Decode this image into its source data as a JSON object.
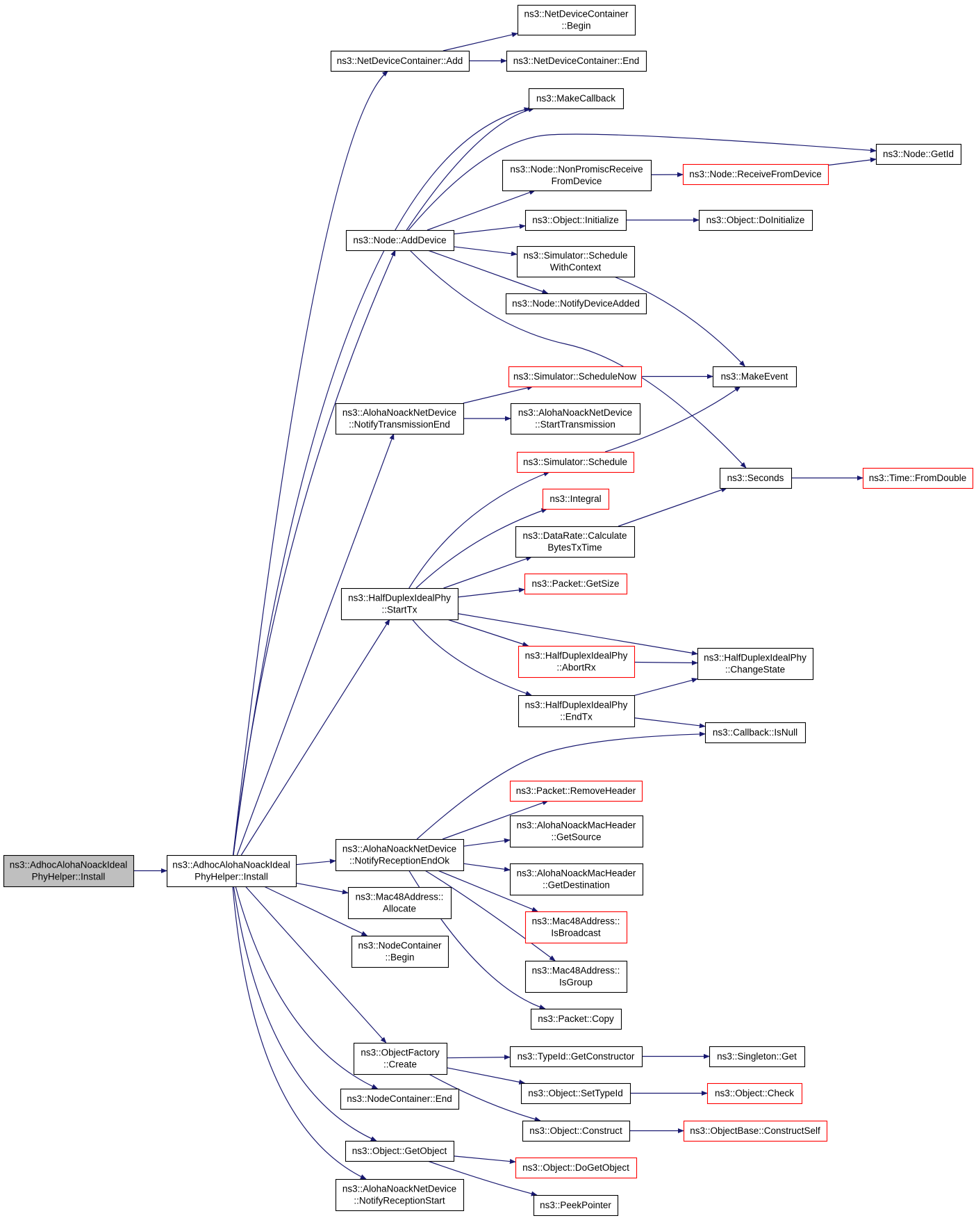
{
  "title": "",
  "nodes": [
    {
      "id": "root",
      "style": "root",
      "lines": [
        "ns3::AdhocAlohaNoackIdeal",
        "PhyHelper::Install"
      ]
    },
    {
      "id": "install",
      "style": "normal",
      "lines": [
        "ns3::AdhocAlohaNoackIdeal",
        "PhyHelper::Install"
      ]
    },
    {
      "id": "ndc_add",
      "style": "normal",
      "lines": [
        "ns3::NetDeviceContainer::Add"
      ]
    },
    {
      "id": "ndc_begin",
      "style": "normal",
      "lines": [
        "ns3::NetDeviceContainer",
        "::Begin"
      ]
    },
    {
      "id": "ndc_end",
      "style": "normal",
      "lines": [
        "ns3::NetDeviceContainer::End"
      ]
    },
    {
      "id": "makecallback",
      "style": "normal",
      "lines": [
        "ns3::MakeCallback"
      ]
    },
    {
      "id": "node_getid",
      "style": "normal",
      "lines": [
        "ns3::Node::GetId"
      ]
    },
    {
      "id": "nonpromisc",
      "style": "normal",
      "lines": [
        "ns3::Node::NonPromiscReceive",
        "FromDevice"
      ]
    },
    {
      "id": "receivefromdevice",
      "style": "red",
      "lines": [
        "ns3::Node::ReceiveFromDevice"
      ]
    },
    {
      "id": "node_adddevice",
      "style": "normal",
      "lines": [
        "ns3::Node::AddDevice"
      ]
    },
    {
      "id": "obj_initialize",
      "style": "normal",
      "lines": [
        "ns3::Object::Initialize"
      ]
    },
    {
      "id": "obj_doinitialize",
      "style": "normal",
      "lines": [
        "ns3::Object::DoInitialize"
      ]
    },
    {
      "id": "sim_schedwithctx",
      "style": "normal",
      "lines": [
        "ns3::Simulator::Schedule",
        "WithContext"
      ]
    },
    {
      "id": "notifydeviceadded",
      "style": "normal",
      "lines": [
        "ns3::Node::NotifyDeviceAdded"
      ]
    },
    {
      "id": "sim_schedulenow",
      "style": "red",
      "lines": [
        "ns3::Simulator::ScheduleNow"
      ]
    },
    {
      "id": "makeevent",
      "style": "normal",
      "lines": [
        "ns3::MakeEvent"
      ]
    },
    {
      "id": "aloha_notifytxend",
      "style": "normal",
      "lines": [
        "ns3::AlohaNoackNetDevice",
        "::NotifyTransmissionEnd"
      ]
    },
    {
      "id": "aloha_starttx",
      "style": "normal",
      "lines": [
        "ns3::AlohaNoackNetDevice",
        "::StartTransmission"
      ]
    },
    {
      "id": "sim_schedule",
      "style": "red",
      "lines": [
        "ns3::Simulator::Schedule"
      ]
    },
    {
      "id": "seconds",
      "style": "normal",
      "lines": [
        "ns3::Seconds"
      ]
    },
    {
      "id": "time_fromdouble",
      "style": "red",
      "lines": [
        "ns3::Time::FromDouble"
      ]
    },
    {
      "id": "integral",
      "style": "red",
      "lines": [
        "ns3::Integral"
      ]
    },
    {
      "id": "datarate_calc",
      "style": "normal",
      "lines": [
        "ns3::DataRate::Calculate",
        "BytesTxTime"
      ]
    },
    {
      "id": "hd_starttx",
      "style": "normal",
      "lines": [
        "ns3::HalfDuplexIdealPhy",
        "::StartTx"
      ]
    },
    {
      "id": "packet_getsize",
      "style": "red",
      "lines": [
        "ns3::Packet::GetSize"
      ]
    },
    {
      "id": "hd_abortrx",
      "style": "red",
      "lines": [
        "ns3::HalfDuplexIdealPhy",
        "::AbortRx"
      ]
    },
    {
      "id": "hd_changestate",
      "style": "normal",
      "lines": [
        "ns3::HalfDuplexIdealPhy",
        "::ChangeState"
      ]
    },
    {
      "id": "hd_endtx",
      "style": "normal",
      "lines": [
        "ns3::HalfDuplexIdealPhy",
        "::EndTx"
      ]
    },
    {
      "id": "cb_isnull",
      "style": "normal",
      "lines": [
        "ns3::Callback::IsNull"
      ]
    },
    {
      "id": "packet_removeheader",
      "style": "red",
      "lines": [
        "ns3::Packet::RemoveHeader"
      ]
    },
    {
      "id": "aloha_notifyrxendok",
      "style": "normal",
      "lines": [
        "ns3::AlohaNoackNetDevice",
        "::NotifyReceptionEndOk"
      ]
    },
    {
      "id": "mac_getsource",
      "style": "normal",
      "lines": [
        "ns3::AlohaNoackMacHeader",
        "::GetSource"
      ]
    },
    {
      "id": "mac_getdest",
      "style": "normal",
      "lines": [
        "ns3::AlohaNoackMacHeader",
        "::GetDestination"
      ]
    },
    {
      "id": "mac48_allocate",
      "style": "normal",
      "lines": [
        "ns3::Mac48Address::",
        "Allocate"
      ]
    },
    {
      "id": "mac48_isbroadcast",
      "style": "red",
      "lines": [
        "ns3::Mac48Address::",
        "IsBroadcast"
      ]
    },
    {
      "id": "nc_begin",
      "style": "normal",
      "lines": [
        "ns3::NodeContainer",
        "::Begin"
      ]
    },
    {
      "id": "mac48_isgroup",
      "style": "normal",
      "lines": [
        "ns3::Mac48Address::",
        "IsGroup"
      ]
    },
    {
      "id": "packet_copy",
      "style": "normal",
      "lines": [
        "ns3::Packet::Copy"
      ]
    },
    {
      "id": "objfactory_create",
      "style": "normal",
      "lines": [
        "ns3::ObjectFactory",
        "::Create"
      ]
    },
    {
      "id": "typeid_getctor",
      "style": "normal",
      "lines": [
        "ns3::TypeId::GetConstructor"
      ]
    },
    {
      "id": "singleton_get",
      "style": "normal",
      "lines": [
        "ns3::Singleton::Get"
      ]
    },
    {
      "id": "nc_end",
      "style": "normal",
      "lines": [
        "ns3::NodeContainer::End"
      ]
    },
    {
      "id": "obj_settypeid",
      "style": "normal",
      "lines": [
        "ns3::Object::SetTypeId"
      ]
    },
    {
      "id": "obj_check",
      "style": "red",
      "lines": [
        "ns3::Object::Check"
      ]
    },
    {
      "id": "obj_construct",
      "style": "normal",
      "lines": [
        "ns3::Object::Construct"
      ]
    },
    {
      "id": "objbase_constructself",
      "style": "red",
      "lines": [
        "ns3::ObjectBase::ConstructSelf"
      ]
    },
    {
      "id": "obj_getobject",
      "style": "normal",
      "lines": [
        "ns3::Object::GetObject"
      ]
    },
    {
      "id": "obj_dogetobject",
      "style": "red",
      "lines": [
        "ns3::Object::DoGetObject"
      ]
    },
    {
      "id": "aloha_notifyrxstart",
      "style": "normal",
      "lines": [
        "ns3::AlohaNoackNetDevice",
        "::NotifyReceptionStart"
      ]
    },
    {
      "id": "peekpointer",
      "style": "normal",
      "lines": [
        "ns3::PeekPointer"
      ]
    }
  ],
  "edges": [
    [
      "root",
      "install"
    ],
    [
      "install",
      "ndc_add"
    ],
    [
      "ndc_add",
      "ndc_begin"
    ],
    [
      "ndc_add",
      "ndc_end"
    ],
    [
      "install",
      "makecallback"
    ],
    [
      "install",
      "node_adddevice"
    ],
    [
      "node_adddevice",
      "makecallback"
    ],
    [
      "node_adddevice",
      "node_getid"
    ],
    [
      "node_adddevice",
      "nonpromisc"
    ],
    [
      "nonpromisc",
      "receivefromdevice"
    ],
    [
      "receivefromdevice",
      "node_getid"
    ],
    [
      "node_adddevice",
      "obj_initialize"
    ],
    [
      "obj_initialize",
      "obj_doinitialize"
    ],
    [
      "node_adddevice",
      "sim_schedwithctx"
    ],
    [
      "node_adddevice",
      "notifydeviceadded"
    ],
    [
      "node_adddevice",
      "seconds"
    ],
    [
      "sim_schedwithctx",
      "makeevent"
    ],
    [
      "install",
      "aloha_notifytxend"
    ],
    [
      "aloha_notifytxend",
      "sim_schedulenow"
    ],
    [
      "aloha_notifytxend",
      "aloha_starttx"
    ],
    [
      "sim_schedulenow",
      "makeevent"
    ],
    [
      "install",
      "hd_starttx"
    ],
    [
      "hd_starttx",
      "sim_schedule"
    ],
    [
      "sim_schedule",
      "makeevent"
    ],
    [
      "hd_starttx",
      "integral"
    ],
    [
      "hd_starttx",
      "datarate_calc"
    ],
    [
      "datarate_calc",
      "seconds"
    ],
    [
      "seconds",
      "time_fromdouble"
    ],
    [
      "hd_starttx",
      "packet_getsize"
    ],
    [
      "hd_starttx",
      "hd_changestate"
    ],
    [
      "hd_starttx",
      "hd_abortrx"
    ],
    [
      "hd_abortrx",
      "hd_changestate"
    ],
    [
      "hd_starttx",
      "hd_endtx"
    ],
    [
      "hd_endtx",
      "hd_changestate"
    ],
    [
      "hd_endtx",
      "cb_isnull"
    ],
    [
      "install",
      "aloha_notifyrxendok"
    ],
    [
      "aloha_notifyrxendok",
      "cb_isnull"
    ],
    [
      "aloha_notifyrxendok",
      "packet_removeheader"
    ],
    [
      "aloha_notifyrxendok",
      "mac_getsource"
    ],
    [
      "aloha_notifyrxendok",
      "mac_getdest"
    ],
    [
      "aloha_notifyrxendok",
      "mac48_isbroadcast"
    ],
    [
      "aloha_notifyrxendok",
      "mac48_isgroup"
    ],
    [
      "aloha_notifyrxendok",
      "packet_copy"
    ],
    [
      "install",
      "mac48_allocate"
    ],
    [
      "install",
      "nc_begin"
    ],
    [
      "install",
      "objfactory_create"
    ],
    [
      "objfactory_create",
      "typeid_getctor"
    ],
    [
      "typeid_getctor",
      "singleton_get"
    ],
    [
      "objfactory_create",
      "obj_settypeid"
    ],
    [
      "obj_settypeid",
      "obj_check"
    ],
    [
      "objfactory_create",
      "obj_construct"
    ],
    [
      "obj_construct",
      "objbase_constructself"
    ],
    [
      "install",
      "nc_end"
    ],
    [
      "install",
      "obj_getobject"
    ],
    [
      "obj_getobject",
      "obj_dogetobject"
    ],
    [
      "obj_getobject",
      "peekpointer"
    ],
    [
      "install",
      "aloha_notifyrxstart"
    ]
  ]
}
